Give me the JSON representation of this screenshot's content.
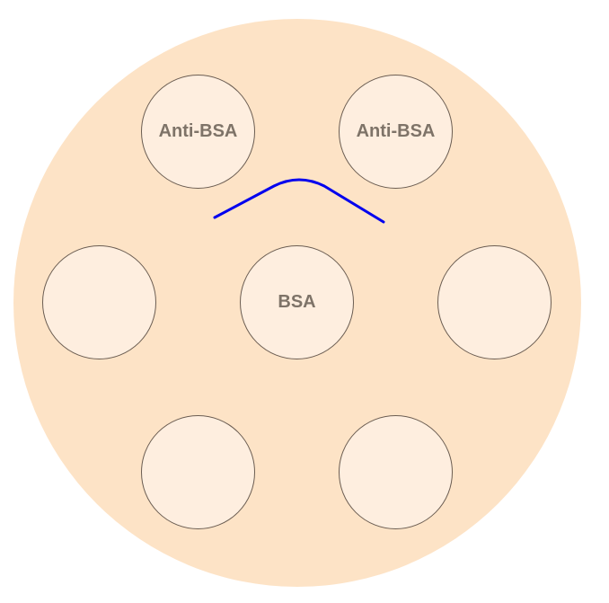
{
  "wells": {
    "top_left": {
      "label": "Anti-BSA"
    },
    "top_right": {
      "label": "Anti-BSA"
    },
    "mid_left": {
      "label": ""
    },
    "center": {
      "label": "BSA"
    },
    "mid_right": {
      "label": ""
    },
    "bottom_left": {
      "label": ""
    },
    "bottom_right": {
      "label": ""
    }
  },
  "colors": {
    "plate": "#fde3c6",
    "well": "#feeedf",
    "well_border": "#6b5d52",
    "label": "#7e7368",
    "precipitin_line": "#0000ee"
  }
}
